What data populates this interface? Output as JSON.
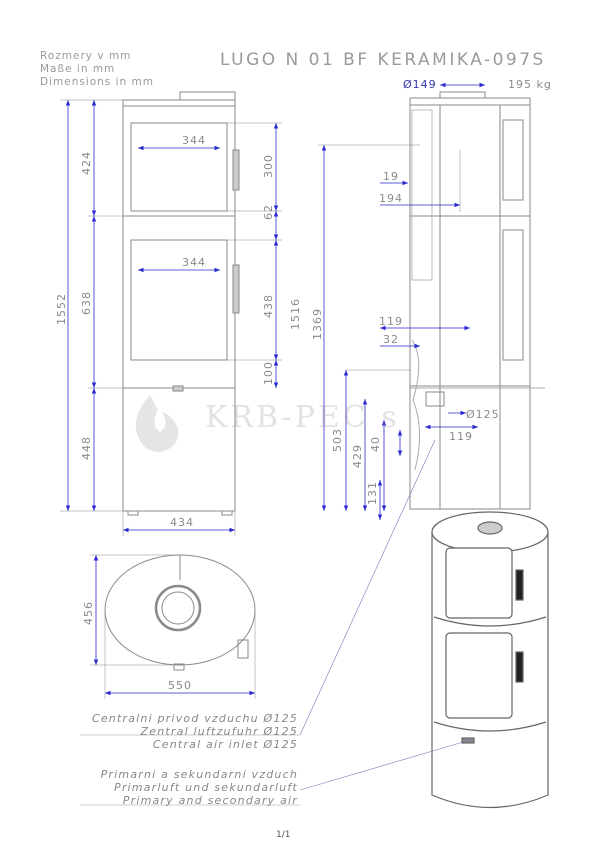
{
  "title": "LUGO N 01 BF KERAMIKA-097S",
  "units": [
    "Rozmery v mm",
    "Maße in mm",
    "Dimensions in mm"
  ],
  "weight": "195 kg",
  "flue_diameter": "Ø149",
  "watermark": "KRB-PEC s",
  "front_dims": {
    "total_height": "1552",
    "upper_section": "424",
    "middle_section": "638",
    "lower_section": "448",
    "door1_width": "344",
    "door2_width": "344",
    "door1_height": "300",
    "gap": "62",
    "door2_height": "438",
    "bottom_offset": "100",
    "base_width": "434"
  },
  "side_dims": {
    "flue_height": "1516",
    "rear_outlet_height": "1369",
    "d19": "19",
    "d194": "194",
    "d119_top": "119",
    "d32": "32",
    "d503": "503",
    "d429": "429",
    "d40": "40",
    "d131": "131",
    "air_inlet_diameter": "Ø125",
    "d119_bottom": "119"
  },
  "top_dims": {
    "depth": "456",
    "width": "550"
  },
  "note_central_air": [
    "Centralni privod vzduchu Ø125",
    "Zentral luftzufuhr Ø125",
    "Central air inlet Ø125"
  ],
  "note_primary_air": [
    "Primarni a sekundarni vzduch",
    "Primarluft und sekundarluft",
    "Primary and secondary air"
  ],
  "page_number": "1/1",
  "colors": {
    "outline": "#8a8a8a",
    "dimension": "#3333aa",
    "arrow": "#2a2ad0"
  }
}
